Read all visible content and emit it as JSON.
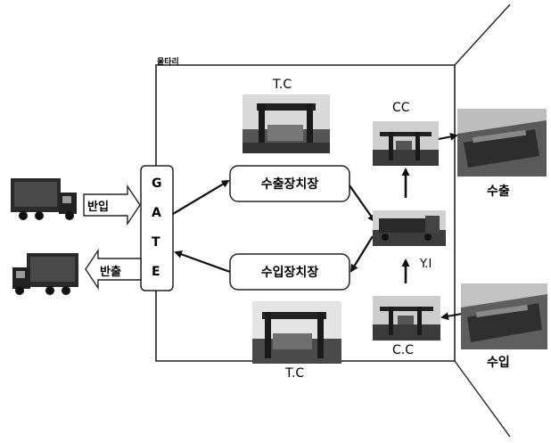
{
  "fence_label": "울타리",
  "gate": [
    "G",
    "A",
    "T",
    "E"
  ],
  "export_yard": "수출장치장",
  "import_yard": "수입장치장",
  "tc_top": "T.C",
  "tc_bottom": "T.C",
  "cc_top": "CC",
  "cc_bottom": "C.C",
  "yard_tractor": "Y.I",
  "inbound": "반입",
  "outbound": "반출",
  "export": "수출",
  "import": "수입",
  "icons": {
    "truck_in": "truck-icon",
    "truck_out": "truck-icon",
    "tc": "transfer-crane-photo",
    "cc": "container-crane-photo",
    "yt": "yard-tractor-photo",
    "ship": "container-ship-photo"
  }
}
